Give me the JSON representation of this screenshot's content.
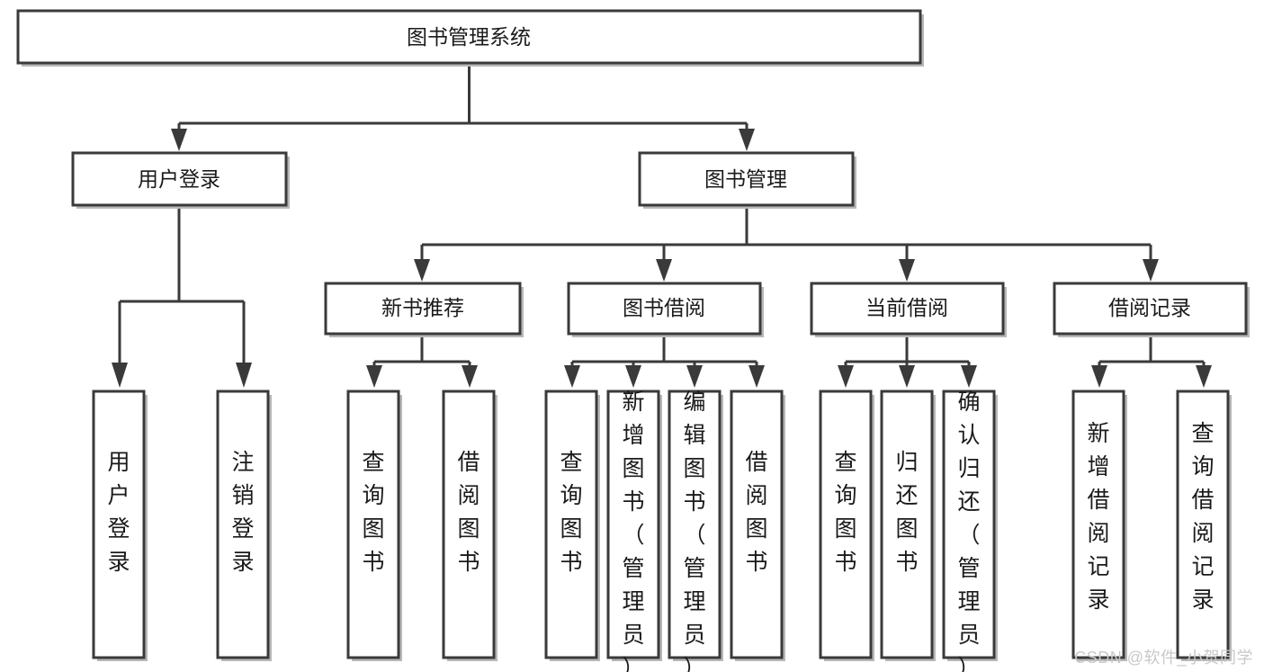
{
  "diagram": {
    "type": "tree",
    "title": "图书管理系统",
    "watermark": "CSDN @软件_小贺同学",
    "colors": {
      "box_stroke": "#3a3a3a",
      "box_fill": "#ffffff",
      "connector": "#3a3a3a",
      "text": "#1a1a1a",
      "watermark": "#c9c9c9",
      "background": "#ffffff"
    },
    "levels": {
      "root": {
        "label": "图书管理系统"
      },
      "level2": [
        {
          "id": "user-login",
          "label": "用户登录"
        },
        {
          "id": "book-manage",
          "label": "图书管理"
        }
      ],
      "level3": [
        {
          "id": "new-book-rec",
          "label": "新书推荐",
          "parent": "book-manage"
        },
        {
          "id": "book-borrow",
          "label": "图书借阅",
          "parent": "book-manage"
        },
        {
          "id": "current-borrow",
          "label": "当前借阅",
          "parent": "book-manage"
        },
        {
          "id": "borrow-record",
          "label": "借阅记录",
          "parent": "book-manage"
        }
      ],
      "leaves": [
        {
          "id": "leaf-user-login",
          "label": "用户登录",
          "parent": "user-login"
        },
        {
          "id": "leaf-user-logout",
          "label": "注销登录",
          "parent": "user-login"
        },
        {
          "id": "leaf-rec-query",
          "label": "查询图书",
          "parent": "new-book-rec"
        },
        {
          "id": "leaf-rec-borrow",
          "label": "借阅图书",
          "parent": "new-book-rec"
        },
        {
          "id": "leaf-borrow-query",
          "label": "查询图书",
          "parent": "book-borrow"
        },
        {
          "id": "leaf-borrow-add",
          "label": "新增图书（管理员）",
          "parent": "book-borrow"
        },
        {
          "id": "leaf-borrow-edit",
          "label": "编辑图书（管理员）",
          "parent": "book-borrow"
        },
        {
          "id": "leaf-borrow-lend",
          "label": "借阅图书",
          "parent": "book-borrow"
        },
        {
          "id": "leaf-cur-query",
          "label": "查询图书",
          "parent": "current-borrow"
        },
        {
          "id": "leaf-cur-return",
          "label": "归还图书",
          "parent": "current-borrow"
        },
        {
          "id": "leaf-cur-confirm",
          "label": "确认归还（管理员）",
          "parent": "current-borrow"
        },
        {
          "id": "leaf-rec-add",
          "label": "新增借阅记录",
          "parent": "borrow-record"
        },
        {
          "id": "leaf-rec-query2",
          "label": "查询借阅记录",
          "parent": "borrow-record"
        }
      ]
    }
  }
}
